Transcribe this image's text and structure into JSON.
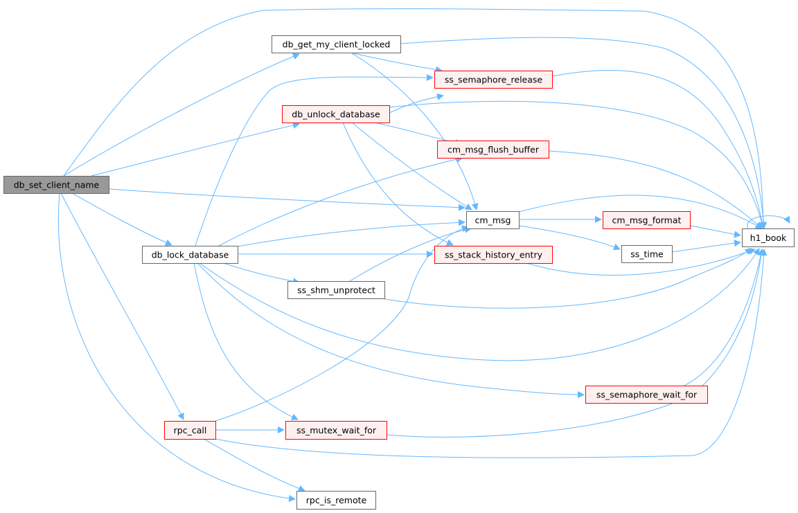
{
  "colors": {
    "edge": "#63b8ff",
    "root_fill": "#999999",
    "root_border": "#666666",
    "normal_fill": "#ffffff",
    "normal_border": "#666666",
    "highlight_fill": "#fff0f0",
    "highlight_border": "#ff0000"
  },
  "nodes": {
    "db_set_client_name": {
      "label": "db_set_client_name",
      "style": "root"
    },
    "db_get_my_client_locked": {
      "label": "db_get_my_client_locked",
      "style": "normal"
    },
    "ss_semaphore_release": {
      "label": "ss_semaphore_release",
      "style": "highlight"
    },
    "db_unlock_database": {
      "label": "db_unlock_database",
      "style": "highlight"
    },
    "cm_msg_flush_buffer": {
      "label": "cm_msg_flush_buffer",
      "style": "highlight"
    },
    "cm_msg": {
      "label": "cm_msg",
      "style": "normal"
    },
    "cm_msg_format": {
      "label": "cm_msg_format",
      "style": "highlight"
    },
    "h1_book": {
      "label": "h1_book",
      "style": "normal"
    },
    "ss_time": {
      "label": "ss_time",
      "style": "normal"
    },
    "db_lock_database": {
      "label": "db_lock_database",
      "style": "normal"
    },
    "ss_stack_history_entry": {
      "label": "ss_stack_history_entry",
      "style": "highlight"
    },
    "ss_shm_unprotect": {
      "label": "ss_shm_unprotect",
      "style": "normal"
    },
    "ss_semaphore_wait_for": {
      "label": "ss_semaphore_wait_for",
      "style": "highlight"
    },
    "rpc_call": {
      "label": "rpc_call",
      "style": "highlight"
    },
    "ss_mutex_wait_for": {
      "label": "ss_mutex_wait_for",
      "style": "highlight"
    },
    "rpc_is_remote": {
      "label": "rpc_is_remote",
      "style": "normal"
    }
  },
  "edges": [
    [
      "db_set_client_name",
      "db_get_my_client_locked"
    ],
    [
      "db_set_client_name",
      "db_unlock_database"
    ],
    [
      "db_set_client_name",
      "h1_book"
    ],
    [
      "db_set_client_name",
      "cm_msg"
    ],
    [
      "db_set_client_name",
      "db_lock_database"
    ],
    [
      "db_set_client_name",
      "rpc_call"
    ],
    [
      "db_set_client_name",
      "rpc_is_remote"
    ],
    [
      "db_get_my_client_locked",
      "ss_semaphore_release"
    ],
    [
      "db_get_my_client_locked",
      "h1_book"
    ],
    [
      "db_get_my_client_locked",
      "cm_msg"
    ],
    [
      "ss_semaphore_release",
      "h1_book"
    ],
    [
      "db_unlock_database",
      "ss_semaphore_release"
    ],
    [
      "db_unlock_database",
      "cm_msg_flush_buffer"
    ],
    [
      "db_unlock_database",
      "h1_book"
    ],
    [
      "db_unlock_database",
      "cm_msg"
    ],
    [
      "db_unlock_database",
      "ss_stack_history_entry"
    ],
    [
      "cm_msg_flush_buffer",
      "h1_book"
    ],
    [
      "cm_msg",
      "cm_msg_format"
    ],
    [
      "cm_msg",
      "ss_time"
    ],
    [
      "cm_msg",
      "h1_book"
    ],
    [
      "cm_msg_format",
      "h1_book"
    ],
    [
      "ss_time",
      "h1_book"
    ],
    [
      "h1_book",
      "h1_book"
    ],
    [
      "db_lock_database",
      "ss_semaphore_release"
    ],
    [
      "db_lock_database",
      "cm_msg_flush_buffer"
    ],
    [
      "db_lock_database",
      "cm_msg"
    ],
    [
      "db_lock_database",
      "ss_stack_history_entry"
    ],
    [
      "db_lock_database",
      "ss_shm_unprotect"
    ],
    [
      "db_lock_database",
      "h1_book"
    ],
    [
      "db_lock_database",
      "ss_semaphore_wait_for"
    ],
    [
      "db_lock_database",
      "ss_mutex_wait_for"
    ],
    [
      "ss_stack_history_entry",
      "h1_book"
    ],
    [
      "ss_shm_unprotect",
      "cm_msg"
    ],
    [
      "ss_shm_unprotect",
      "h1_book"
    ],
    [
      "ss_semaphore_wait_for",
      "h1_book"
    ],
    [
      "rpc_call",
      "cm_msg"
    ],
    [
      "rpc_call",
      "ss_mutex_wait_for"
    ],
    [
      "rpc_call",
      "h1_book"
    ],
    [
      "rpc_call",
      "rpc_is_remote"
    ],
    [
      "ss_mutex_wait_for",
      "h1_book"
    ]
  ]
}
